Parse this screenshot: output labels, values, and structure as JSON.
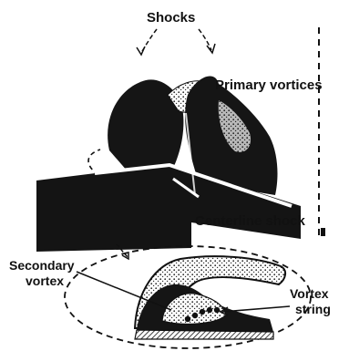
{
  "labels": {
    "shocks": "Shocks",
    "primary_vortices": "Primary vortices",
    "centerline_shock": "Centerline shock",
    "secondary_vortex_line1": "Secondary",
    "secondary_vortex_line2": "vortex",
    "vortex_string_line1": "Vortex",
    "vortex_string_line2": "string"
  },
  "colors": {
    "ink": "#111111",
    "paper": "#ffffff",
    "stipple": "#6e6e6e"
  }
}
